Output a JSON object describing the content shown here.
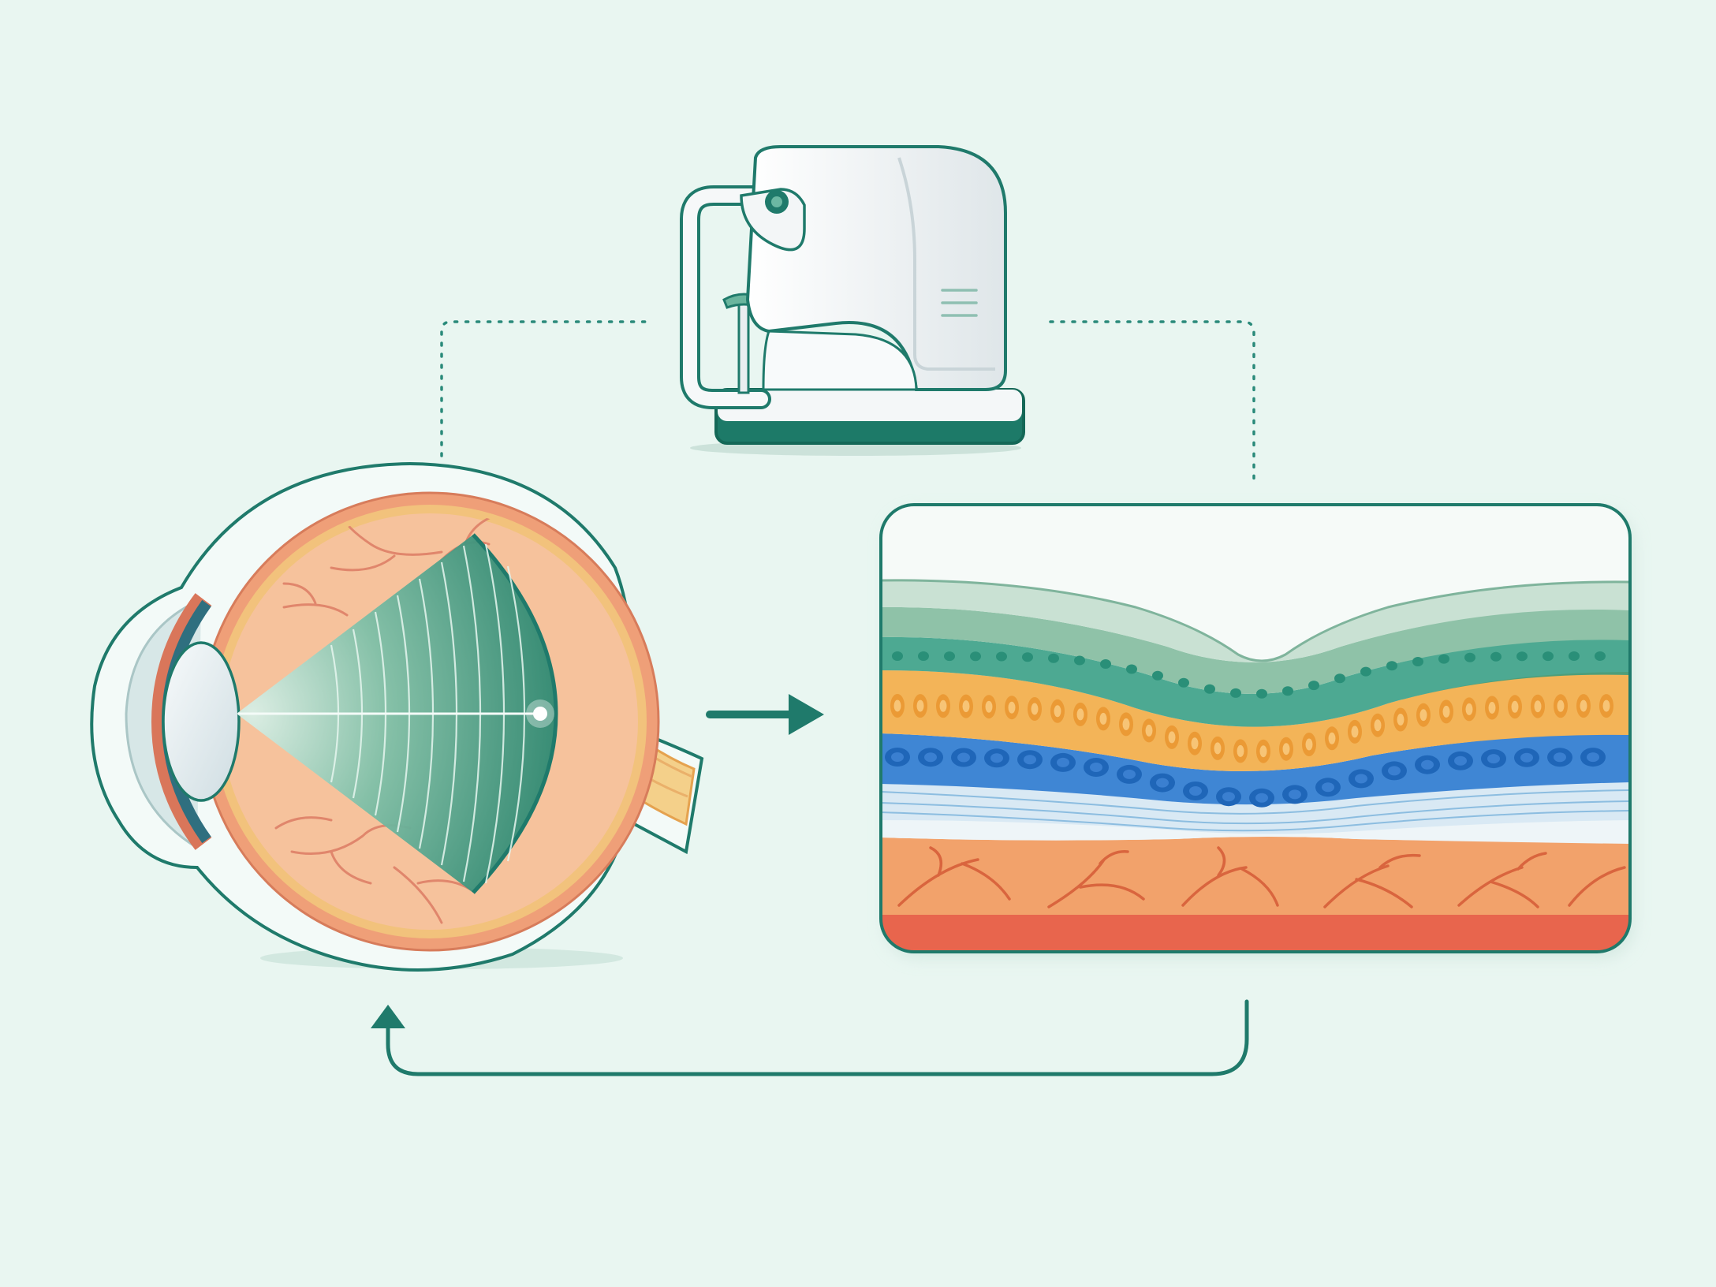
{
  "figure": {
    "title": "",
    "caption": "",
    "text_labels": []
  },
  "colors": {
    "background": "#e9f6f1",
    "teal_outline": "#1f7a6b",
    "teal_dark": "#177565",
    "scan_fan": "#3f9a83",
    "eye_sclera": "#f2b58f",
    "eye_fundus": "#f6c29c",
    "eye_vessels": "#e2826b",
    "lens": "#e4ecef",
    "cornea": "#cfe2e3",
    "iris": "#2f6f7f",
    "optic_nerve": "#f1c36e",
    "device_body": "#f4f6f7",
    "layer_nerve_fiber": "#c9e1d3",
    "layer_ganglion": "#8fc2a8",
    "layer_ganglion_dots": "#2a8f78",
    "layer_inner_nuclear": "#f3b458",
    "layer_inner_dots": "#eb9a35",
    "layer_outer_nuclear": "#3f86d4",
    "layer_outer_dots": "#1f66b8",
    "layer_photoreceptor": "#d9e9f4",
    "layer_choroid": "#f2a26b",
    "layer_choroid_vessels": "#d9653e",
    "layer_sclera": "#e8654d"
  },
  "icons": [
    "eye-cross-section-icon",
    "oct-scanner-icon",
    "retina-layers-icon",
    "right-arrow-icon",
    "return-arrow-icon",
    "dotted-connector-icon"
  ],
  "retina_layers": [
    "nerve-fiber",
    "ganglion-cell",
    "inner-nuclear",
    "outer-nuclear",
    "photoreceptor",
    "choroid",
    "sclera"
  ]
}
